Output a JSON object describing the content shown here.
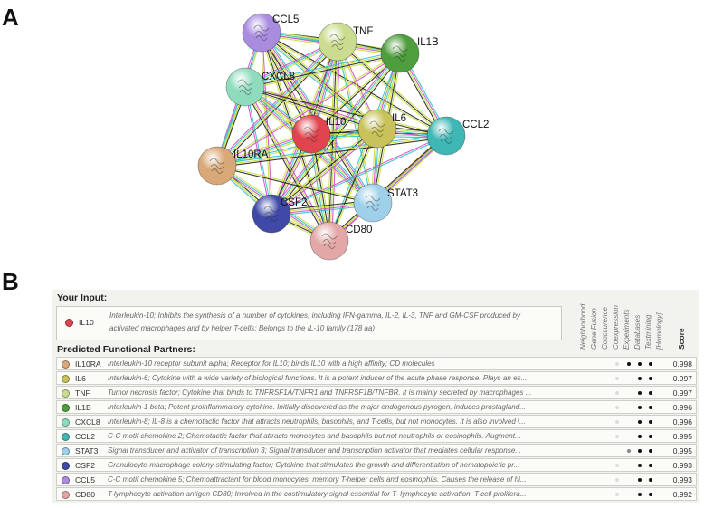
{
  "panels": {
    "a": "A",
    "b": "B"
  },
  "network": {
    "nodes": [
      {
        "name": "CCL5",
        "color": "#a98be0"
      },
      {
        "name": "TNF",
        "color": "#c9dc8f"
      },
      {
        "name": "IL1B",
        "color": "#4f9e3e"
      },
      {
        "name": "CXCL8",
        "color": "#8fdcbc"
      },
      {
        "name": "IL10",
        "color": "#e0454f"
      },
      {
        "name": "IL6",
        "color": "#c8c25a"
      },
      {
        "name": "CCL2",
        "color": "#3fb7b5"
      },
      {
        "name": "IL10RA",
        "color": "#d9a878"
      },
      {
        "name": "STAT3",
        "color": "#9fd0ea"
      },
      {
        "name": "CSF2",
        "color": "#3f49a8"
      },
      {
        "name": "CD80",
        "color": "#e3a7a8"
      }
    ],
    "edge_colors": [
      "#222222",
      "#c6de3c",
      "#2fc2c6",
      "#d04cc8",
      "#c6de3c"
    ]
  },
  "input": {
    "heading": "Your Input:",
    "gene": "IL10",
    "color": "#e0454f",
    "description_line1": "Interleukin-10; Inhibits the synthesis of a number of cytokines, including IFN-gamma, IL-2, IL-3, TNF and GM-CSF produced by",
    "description_line2": "activated macrophages and by helper T-cells; Belongs to the IL-10 family (178 aa)"
  },
  "partners_heading": "Predicted Functional Partners:",
  "evidence_columns": [
    "Neighborhood",
    "Gene Fusion",
    "Cooccurence",
    "Coexpression",
    "Experiments",
    "Databases",
    "Textmining",
    "[Homology]",
    "Score"
  ],
  "partners": [
    {
      "gene": "IL10RA",
      "color": "#d9a878",
      "desc": "Interleukin-10 receptor subunit alpha; Receptor for IL10; binds IL10 with a high affinity; CD molecules",
      "coexp": "faint",
      "exp": "strong",
      "db": "strong",
      "text": "strong",
      "score": "0.998"
    },
    {
      "gene": "IL6",
      "color": "#c8c25a",
      "desc": "Interleukin-6; Cytokine with a wide variety of biological functions. It is a potent inducer of the acute phase response. Plays an es...",
      "coexp": "faint",
      "exp": "none",
      "db": "strong",
      "text": "strong",
      "score": "0.997"
    },
    {
      "gene": "TNF",
      "color": "#c9dc8f",
      "desc": "Tumor necrosis factor; Cytokine that binds to TNFRSF1A/TNFR1 and TNFRSF1B/TNFBR. It is mainly secreted by macrophages ...",
      "coexp": "faint",
      "exp": "none",
      "db": "strong",
      "text": "strong",
      "score": "0.997"
    },
    {
      "gene": "IL1B",
      "color": "#4f9e3e",
      "desc": "Interleukin-1 beta; Potent proinflammatory cytokine. Initially discovered as the major endogenous pyrogen, induces prostagland...",
      "coexp": "faint",
      "exp": "none",
      "db": "strong",
      "text": "strong",
      "score": "0.996"
    },
    {
      "gene": "CXCL8",
      "color": "#8fdcbc",
      "desc": "Interleukin-8; IL-8 is a chemotactic factor that attracts neutrophils, basophils, and T-cells, but not monocytes. It is also involved i...",
      "coexp": "faint",
      "exp": "none",
      "db": "strong",
      "text": "strong",
      "score": "0.996"
    },
    {
      "gene": "CCL2",
      "color": "#3fb7b5",
      "desc": "C-C motif chemokine 2; Chemotactic factor that attracts monocytes and basophils but not neutrophils or eosinophils. Augment...",
      "coexp": "faint",
      "exp": "none",
      "db": "strong",
      "text": "strong",
      "score": "0.995"
    },
    {
      "gene": "STAT3",
      "color": "#9fd0ea",
      "desc": "Signal transducer and activator of transcription 3; Signal transducer and transcription activator that mediates cellular response...",
      "coexp": "none",
      "exp": "medium",
      "db": "strong",
      "text": "strong",
      "score": "0.995"
    },
    {
      "gene": "CSF2",
      "color": "#3f49a8",
      "desc": "Granulocyte-macrophage colony-stimulating factor; Cytokine that stimulates the growth and differentiation of hematopoietic pr...",
      "coexp": "faint",
      "exp": "none",
      "db": "strong",
      "text": "strong",
      "score": "0.993"
    },
    {
      "gene": "CCL5",
      "color": "#a98be0",
      "desc": "C-C motif chemokine 5; Chemoattractant for blood monocytes, memory T-helper cells and eosinophils. Causes the release of hi...",
      "coexp": "faint",
      "exp": "none",
      "db": "strong",
      "text": "strong",
      "score": "0.993"
    },
    {
      "gene": "CD80",
      "color": "#e3a7a8",
      "desc": "T-lymphocyte activation antigen CD80; Involved in the costimulatory signal essential for T- lymphocyte activation. T-cell prolifera...",
      "coexp": "faint",
      "exp": "none",
      "db": "strong",
      "text": "strong",
      "score": "0.992"
    }
  ]
}
